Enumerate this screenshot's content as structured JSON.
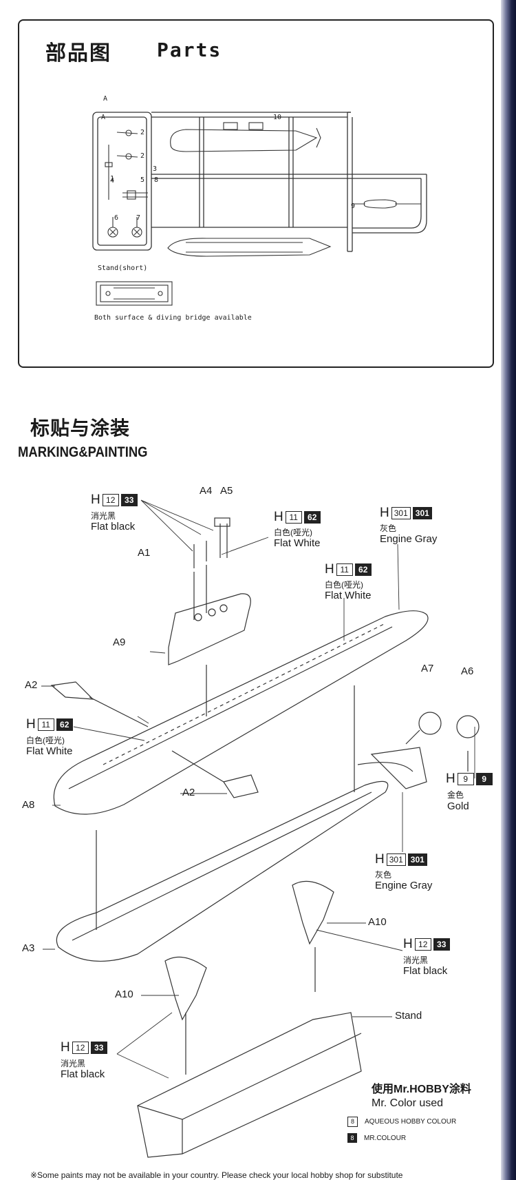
{
  "parts": {
    "title_cn": "部品图",
    "title_en": "Parts",
    "sprue_label": "A",
    "sprue_tag": "A",
    "part_numbers": [
      "1",
      "2",
      "2",
      "3",
      "4",
      "5",
      "6",
      "7",
      "8",
      "9",
      "10"
    ],
    "stand_label": "Stand(short)",
    "note": "Both surface & diving bridge available"
  },
  "marking": {
    "title_cn": "标贴与涂装",
    "title_en": "MARKING&PAINTING"
  },
  "part_labels": {
    "a1": "A1",
    "a2_top": "A2",
    "a2_bottom": "A2",
    "a3": "A3",
    "a4": "A4",
    "a5": "A5",
    "a6": "A6",
    "a7": "A7",
    "a8": "A8",
    "a9": "A9",
    "a10_upper": "A10",
    "a10_lower": "A10",
    "stand": "Stand"
  },
  "paints": {
    "flat_black_1": {
      "prefix": "H",
      "aqueous": "12",
      "mr": "33",
      "cn": "消光黑",
      "en": "Flat black"
    },
    "flat_white_1": {
      "prefix": "H",
      "aqueous": "11",
      "mr": "62",
      "cn": "白色(哑光)",
      "en": "Flat White"
    },
    "engine_gray_1": {
      "prefix": "H",
      "aqueous": "301",
      "mr": "301",
      "cn": "灰色",
      "en": "Engine Gray"
    },
    "flat_white_2": {
      "prefix": "H",
      "aqueous": "11",
      "mr": "62",
      "cn": "白色(哑光)",
      "en": "Flat White"
    },
    "flat_white_3": {
      "prefix": "H",
      "aqueous": "11",
      "mr": "62",
      "cn": "白色(哑光)",
      "en": "Flat White"
    },
    "gold": {
      "prefix": "H",
      "aqueous": "9",
      "mr": "9",
      "cn": "金色",
      "en": "Gold"
    },
    "engine_gray_2": {
      "prefix": "H",
      "aqueous": "301",
      "mr": "301",
      "cn": "灰色",
      "en": "Engine Gray"
    },
    "flat_black_2": {
      "prefix": "H",
      "aqueous": "12",
      "mr": "33",
      "cn": "消光黑",
      "en": "Flat black"
    },
    "flat_black_3": {
      "prefix": "H",
      "aqueous": "12",
      "mr": "33",
      "cn": "消光黑",
      "en": "Flat black"
    }
  },
  "legend": {
    "title": "使用Mr.HOBBY涂料",
    "subtitle": "Mr. Color used",
    "aqueous_num": "8",
    "aqueous_label": "AQUEOUS HOBBY COLOUR",
    "mr_num": "8",
    "mr_label": "MR.COLOUR"
  },
  "footnote": "※Some paints may not be available in your country. Please check your local hobby shop for substitute"
}
